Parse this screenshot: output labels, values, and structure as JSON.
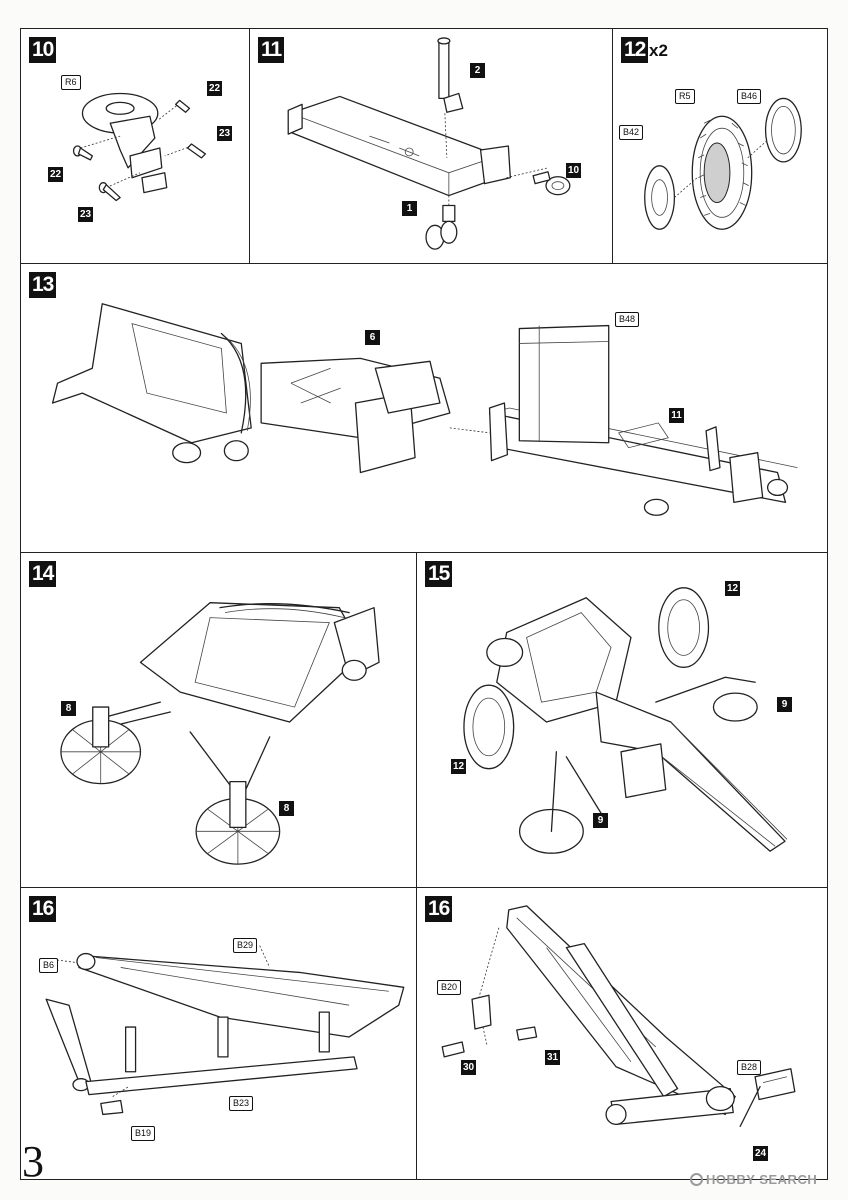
{
  "page": {
    "page_number": "3"
  },
  "watermark": {
    "text": "HOBBY SEARCH"
  },
  "panels": [
    {
      "step": "10",
      "labels": {
        "r6": "R6",
        "p22a": "22",
        "p22b": "22",
        "p23a": "23",
        "p23b": "23"
      }
    },
    {
      "step": "11",
      "labels": {
        "p2": "2",
        "p10": "10",
        "p1": "1"
      }
    },
    {
      "step": "12",
      "multiplier": "x2",
      "labels": {
        "r5": "R5",
        "b46": "B46",
        "b42": "B42"
      }
    },
    {
      "step": "13",
      "labels": {
        "p6": "6",
        "b48": "B48",
        "p11": "11"
      }
    },
    {
      "step": "14",
      "labels": {
        "p8a": "8",
        "p8b": "8"
      }
    },
    {
      "step": "15",
      "labels": {
        "p12a": "12",
        "p12b": "12",
        "p9a": "9",
        "p9b": "9"
      }
    },
    {
      "step": "16",
      "labels": {
        "b29": "B29",
        "b6": "B6",
        "b23": "B23",
        "b19": "B19"
      }
    },
    {
      "step": "16",
      "labels": {
        "b20": "B20",
        "p31": "31",
        "p30": "30",
        "b28": "B28",
        "p24": "24"
      }
    }
  ]
}
